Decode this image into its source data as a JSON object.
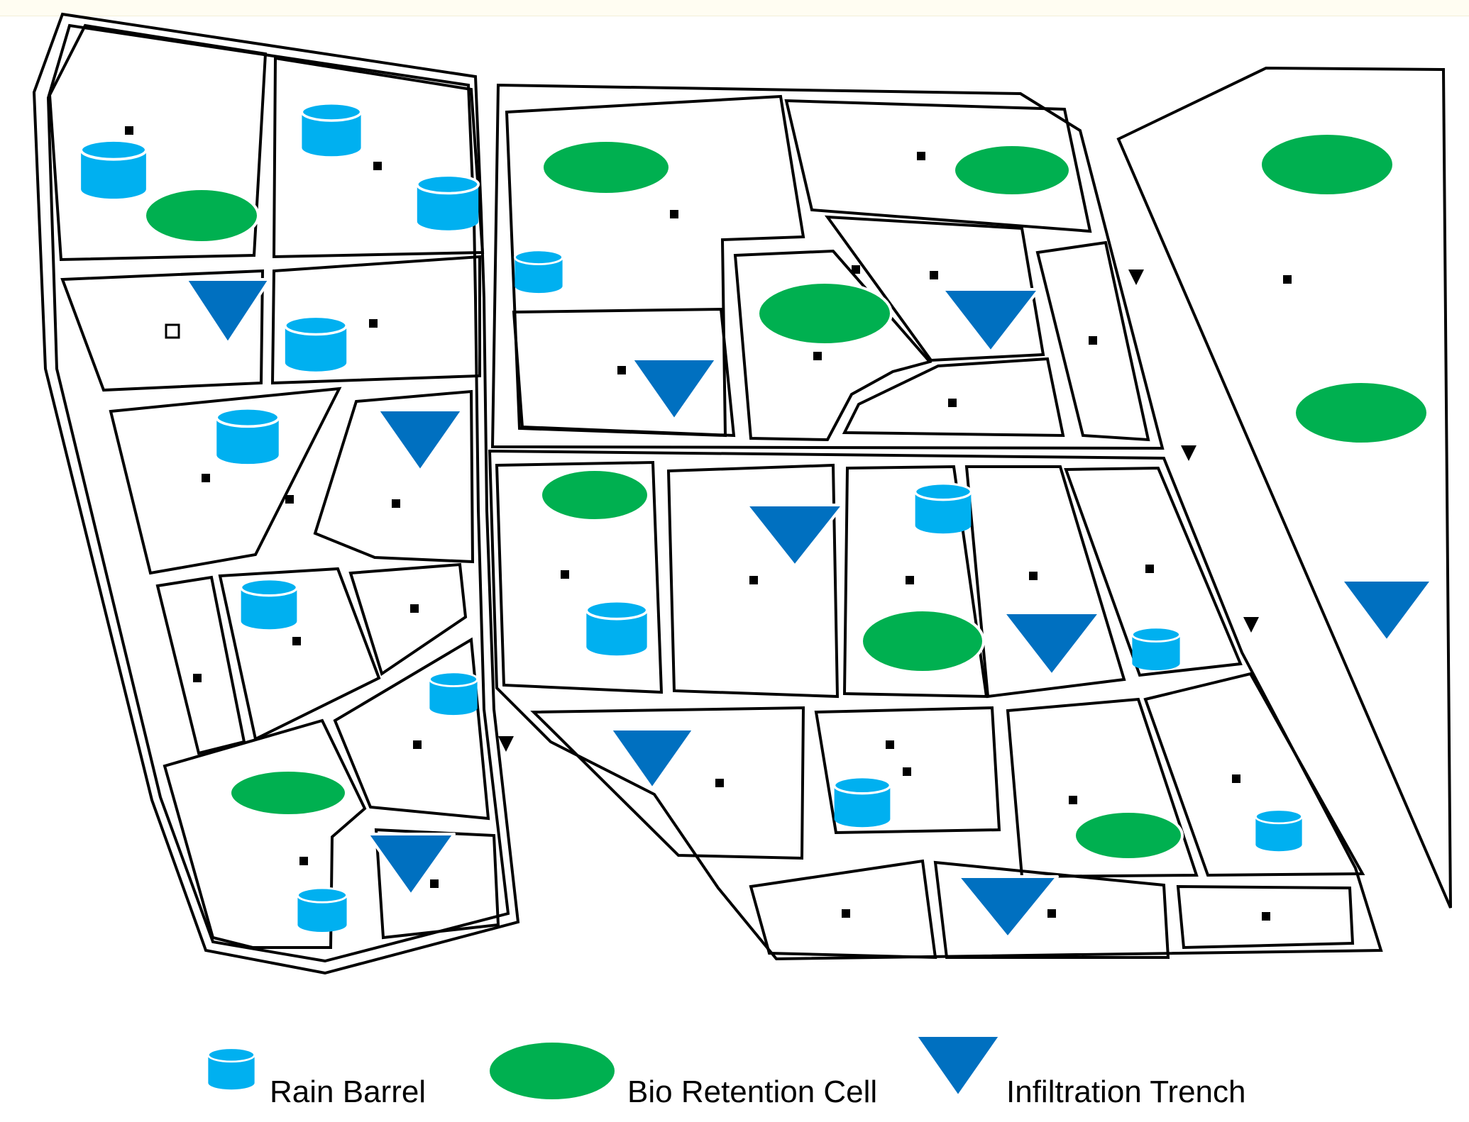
{
  "legend": {
    "rain_barrel": "Rain Barrel",
    "bio_retention_cell": "Bio Retention Cell",
    "infiltration_trench": "Infiltration Trench"
  },
  "colors": {
    "rain_barrel": "#00b0f0",
    "bio_retention_cell": "#00b050",
    "infiltration_trench": "#0070c0",
    "outline": "#000000"
  },
  "icons": {
    "rain_barrel": "cylinder-icon",
    "bio_retention_cell": "ellipse-icon",
    "infiltration_trench": "triangle-down-icon",
    "subcatchment_node": "square-node-icon",
    "outfall": "small-triangle-icon"
  }
}
